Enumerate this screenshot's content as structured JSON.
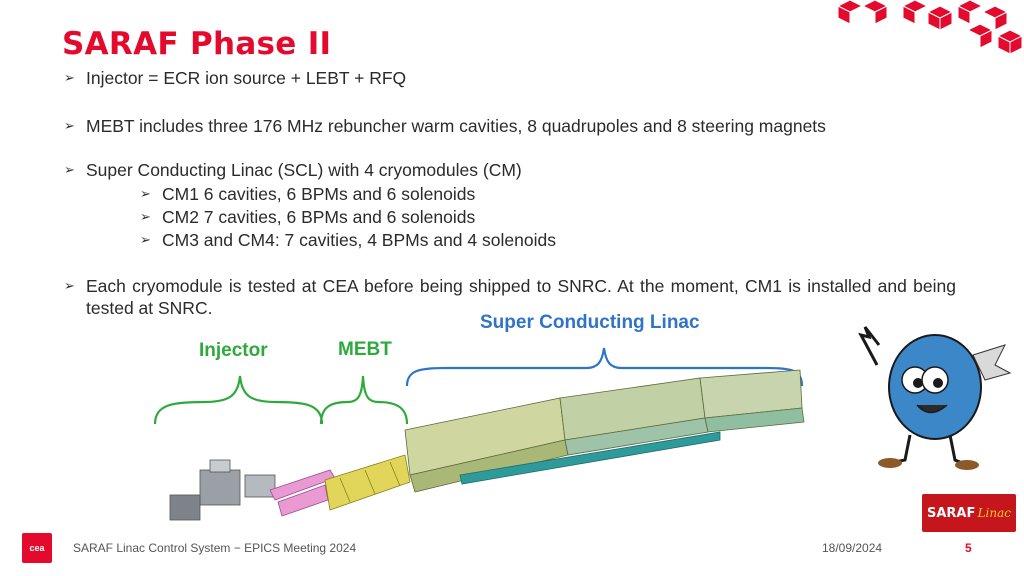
{
  "slide": {
    "title": "SARAF Phase II",
    "bullets": {
      "b1": "Injector = ECR ion source + LEBT + RFQ",
      "b2": "MEBT includes three 176 MHz rebuncher warm cavities, 8 quadrupoles and 8 steering magnets",
      "b3": "Super Conducting Linac (SCL) with 4 cryomodules  (CM)",
      "b3a": "CM1 6 cavities, 6 BPMs and 6 solenoids",
      "b3b": "CM2 7 cavities, 6 BPMs and 6 solenoids",
      "b3c": "CM3 and CM4:  7 cavities, 4 BPMs and 4 solenoids",
      "b4": "Each cryomodule is tested at CEA before being shipped to SNRC. At the moment, CM1 is installed and being tested at SNRC."
    },
    "bullet_symbol": "➢",
    "diagram_labels": {
      "injector": "Injector",
      "mebt": "MEBT",
      "scl": "Super Conducting Linac"
    }
  },
  "footer": {
    "presentation": "SARAF Linac Control System − EPICS Meeting 2024",
    "date": "18/09/2024",
    "page": "5",
    "cea_logo_text": "cea",
    "saraf_logo_main": "SARAF",
    "saraf_logo_sub": "Linac"
  },
  "colors": {
    "title": "#e30a2d",
    "injector_brace": "#2eaa3c",
    "scl_brace": "#2f74c9",
    "cube_red": "#e30a2d"
  }
}
